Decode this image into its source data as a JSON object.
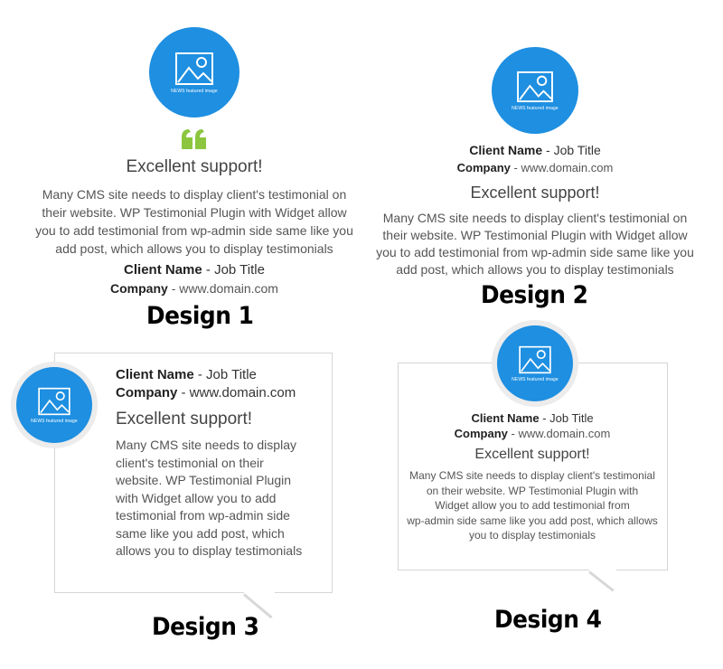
{
  "avatar_caption": "NEWS featured image",
  "quote_icon": "quote-icon",
  "colors": {
    "accent_blue": "#1e8fe1",
    "quote_green": "#8cc63f"
  },
  "design1": {
    "title": "Excellent support!",
    "text_lines": [
      "Many CMS site needs to display client's testimonial on",
      "their website. WP Testimonial Plugin with Widget allow",
      "you to add testimonial from wp-admin side same like you",
      "add post, which allows you to display testimonials"
    ],
    "client_name": "Client Name",
    "job_title": "- Job Title",
    "company": "Company",
    "domain": "- www.domain.com",
    "label": "Design 1"
  },
  "design2": {
    "client_name": "Client Name",
    "job_title": "- Job Title",
    "company": "Company",
    "domain": "- www.domain.com",
    "title": "Excellent support!",
    "text_lines": [
      "Many CMS site needs to display client's testimonial on",
      "their website. WP Testimonial Plugin with Widget allow",
      "you to add testimonial from wp-admin side same like you",
      "add post, which allows you to display testimonials"
    ],
    "label": "Design 2"
  },
  "design3": {
    "client_name": "Client Name",
    "job_title": "- Job Title",
    "company": "Company",
    "domain": "- www.domain.com",
    "title": "Excellent support!",
    "text_lines": [
      "Many CMS site needs to display",
      "client's testimonial on their",
      "website. WP Testimonial Plugin",
      "with Widget allow you to add",
      "testimonial from wp-admin side",
      "same like you add post, which",
      "allows you to display testimonials"
    ],
    "label": "Design 3"
  },
  "design4": {
    "client_name": "Client Name",
    "job_title": "- Job Title",
    "company": "Company",
    "domain": "- www.domain.com",
    "title": "Excellent support!",
    "text_lines": [
      "Many CMS site needs to display client's testimonial",
      "on their website. WP Testimonial Plugin with",
      "Widget allow you to add testimonial from",
      "wp-admin side same like you add post, which allows",
      "you to display testimonials"
    ],
    "label": "Design 4"
  }
}
